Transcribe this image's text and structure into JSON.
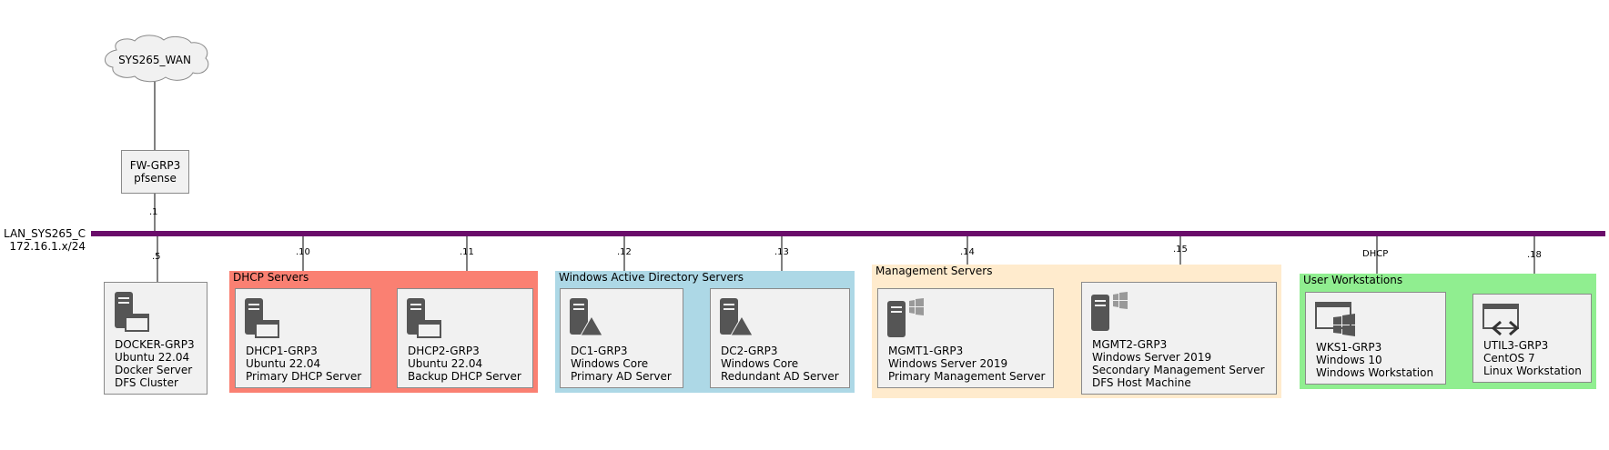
{
  "wan": {
    "label": "SYS265_WAN"
  },
  "firewall": {
    "name": "FW-GRP3",
    "os": "pfsense",
    "addr": ".1"
  },
  "lan": {
    "name": "LAN_SYS265_C",
    "subnet": "172.16.1.x/24",
    "color": "#6a0c6a"
  },
  "groups": {
    "dhcp": {
      "title": "DHCP Servers",
      "color": "#fa8072"
    },
    "ad": {
      "title": "Windows Active Directory Servers",
      "color": "#add8e6"
    },
    "mgmt": {
      "title": "Management Servers",
      "color": "#ffebcd"
    },
    "ws": {
      "title": "User Workstations",
      "color": "#90ee90"
    }
  },
  "hosts": {
    "docker": {
      "addr": ".5",
      "lines": [
        "DOCKER-GRP3",
        "Ubuntu 22.04",
        "Docker Server",
        "DFS Cluster"
      ],
      "icon": "linux-server-icon"
    },
    "dhcp1": {
      "addr": ".10",
      "lines": [
        "DHCP1-GRP3",
        "Ubuntu 22.04",
        "Primary DHCP Server"
      ],
      "icon": "linux-server-icon"
    },
    "dhcp2": {
      "addr": ".11",
      "lines": [
        "DHCP2-GRP3",
        "Ubuntu 22.04",
        "Backup DHCP Server"
      ],
      "icon": "linux-server-icon"
    },
    "dc1": {
      "addr": ".12",
      "lines": [
        "DC1-GRP3",
        "Windows Core",
        "Primary AD Server"
      ],
      "icon": "core-server-icon"
    },
    "dc2": {
      "addr": ".13",
      "lines": [
        "DC2-GRP3",
        "Windows Core",
        "Redundant AD Server"
      ],
      "icon": "core-server-icon"
    },
    "mgmt1": {
      "addr": ".14",
      "lines": [
        "MGMT1-GRP3",
        "Windows Server 2019",
        "Primary Management Server"
      ],
      "icon": "windows-server-icon"
    },
    "mgmt2": {
      "addr": ".15",
      "lines": [
        "MGMT2-GRP3",
        "Windows Server 2019",
        "Secondary Management Server",
        "DFS Host Machine"
      ],
      "icon": "windows-server-icon"
    },
    "wks1": {
      "addr": "DHCP",
      "lines": [
        "WKS1-GRP3",
        "Windows 10",
        "Windows Workstation"
      ],
      "icon": "windows-workstation-icon"
    },
    "util3": {
      "addr": ".18",
      "lines": [
        "UTIL3-GRP3",
        "CentOS 7",
        "Linux Workstation"
      ],
      "icon": "code-workstation-icon"
    }
  }
}
